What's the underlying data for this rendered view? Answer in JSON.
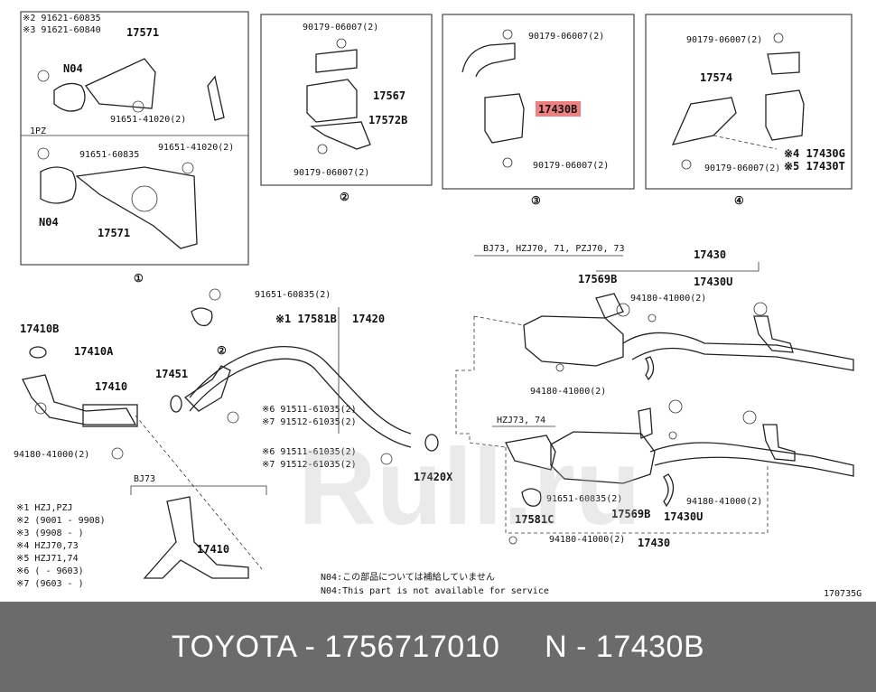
{
  "panel1": {
    "note2": "※2 91621-60835",
    "note3": "※3 91621-60840",
    "part_17571_top": "17571",
    "n04_top": "N04",
    "bolt_91651": "91651-41020(2)",
    "engine_1pz": "1PZ",
    "bolt_91651_60835": "91651-60835",
    "bolt_91651_41020b": "91651-41020(2)",
    "n04_bottom": "N04",
    "part_17571_bottom": "17571",
    "number": "①"
  },
  "panel2": {
    "nut_top": "90179-06007(2)",
    "part_17567": "17567",
    "part_17572b": "17572B",
    "nut_bottom": "90179-06007(2)",
    "number": "②"
  },
  "panel3": {
    "nut_top": "90179-06007(2)",
    "part_17430b": "17430B",
    "nut_bottom": "90179-06007(2)",
    "number": "③"
  },
  "panel4": {
    "nut_top": "90179-06007(2)",
    "part_17574": "17574",
    "part_17430g": "※4 17430G",
    "nut_bottom": "90179-06007(2)",
    "part_17430t": "※5 17430T",
    "number": "④"
  },
  "main": {
    "bolt_91651_60835_2": "91651-60835(2)",
    "ref_17581b": "※1 17581B",
    "part_17420": "17420",
    "part_17410b": "17410B",
    "part_17410a": "17410A",
    "part_17410": "17410",
    "part_17451": "17451",
    "ref2": "②",
    "note6a": "※6 91511-61035(2)",
    "note7a": "※7 91512-61035(2)",
    "note6b": "※6 91511-61035(2)",
    "note7b": "※7 91512-61035(2)",
    "nut_94180": "94180-41000(2)",
    "part_17420x": "17420X",
    "bj73_label": "BJ73",
    "part_17410_bj73": "17410",
    "model_bj73": "BJ73, HZJ70, 71, PZJ70, 73",
    "part_17430_top": "17430",
    "part_17569b": "17569B",
    "part_17430u": "17430U",
    "nut_94180_b": "94180-41000(2)",
    "nut_94180_c": "94180-41000(2)",
    "model_hzj73": "HZJ73, 74",
    "bolt_91651_60835_3": "91651-60835(2)",
    "nut_94180_d": "94180-41000(2)",
    "part_17581c": "17581C",
    "part_17569b_2": "17569B",
    "part_17430u_2": "17430U",
    "nut_94180_e": "94180-41000(2)",
    "part_17430_bottom": "17430",
    "legend": [
      "※1 HZJ,PZJ",
      "※2 (9001 - 9908)",
      "※3 (9908 -      )",
      "※4 HZJ70,73",
      "※5 HZJ71,74",
      "※6 (      - 9603)",
      "※7 (9603 -      )"
    ],
    "note_jp": "N04:この部品については補給していません",
    "note_en": "N04:This part is not available for service",
    "diagram_id": "170735G"
  },
  "watermark": "Rull.ru",
  "footer": {
    "text": "TOYOTA - 1756717010     N - 17430B"
  },
  "colors": {
    "highlight": "#f08080",
    "footer_bg": "#6b6b6b"
  }
}
